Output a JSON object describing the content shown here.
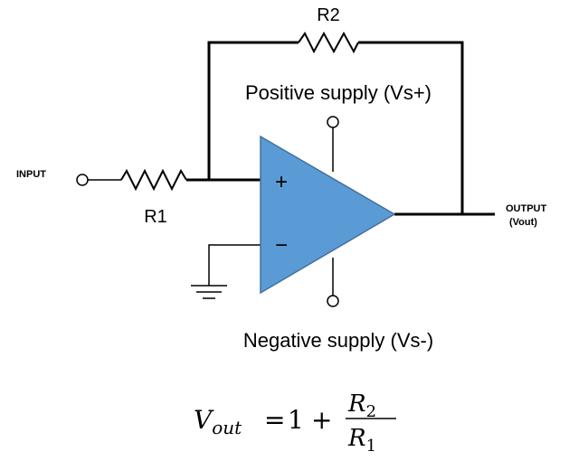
{
  "labels": {
    "r2": "R2",
    "r1": "R1",
    "input": "INPUT",
    "output_line1": "OUTPUT",
    "output_line2": "(Vout)",
    "positive_supply": "Positive supply (Vs+)",
    "negative_supply": "Negative supply (Vs-)",
    "plus_sign": "+",
    "minus_sign": "−"
  },
  "formula": {
    "lhs_base": "V",
    "lhs_sub": "out",
    "equals": "=",
    "one": "1",
    "plus": "+",
    "num_base": "R",
    "num_sub": "2",
    "den_base": "R",
    "den_sub": "1"
  },
  "colors": {
    "opamp_fill": "#5b9bd5",
    "opamp_stroke": "#41719c",
    "wire": "#000000"
  }
}
